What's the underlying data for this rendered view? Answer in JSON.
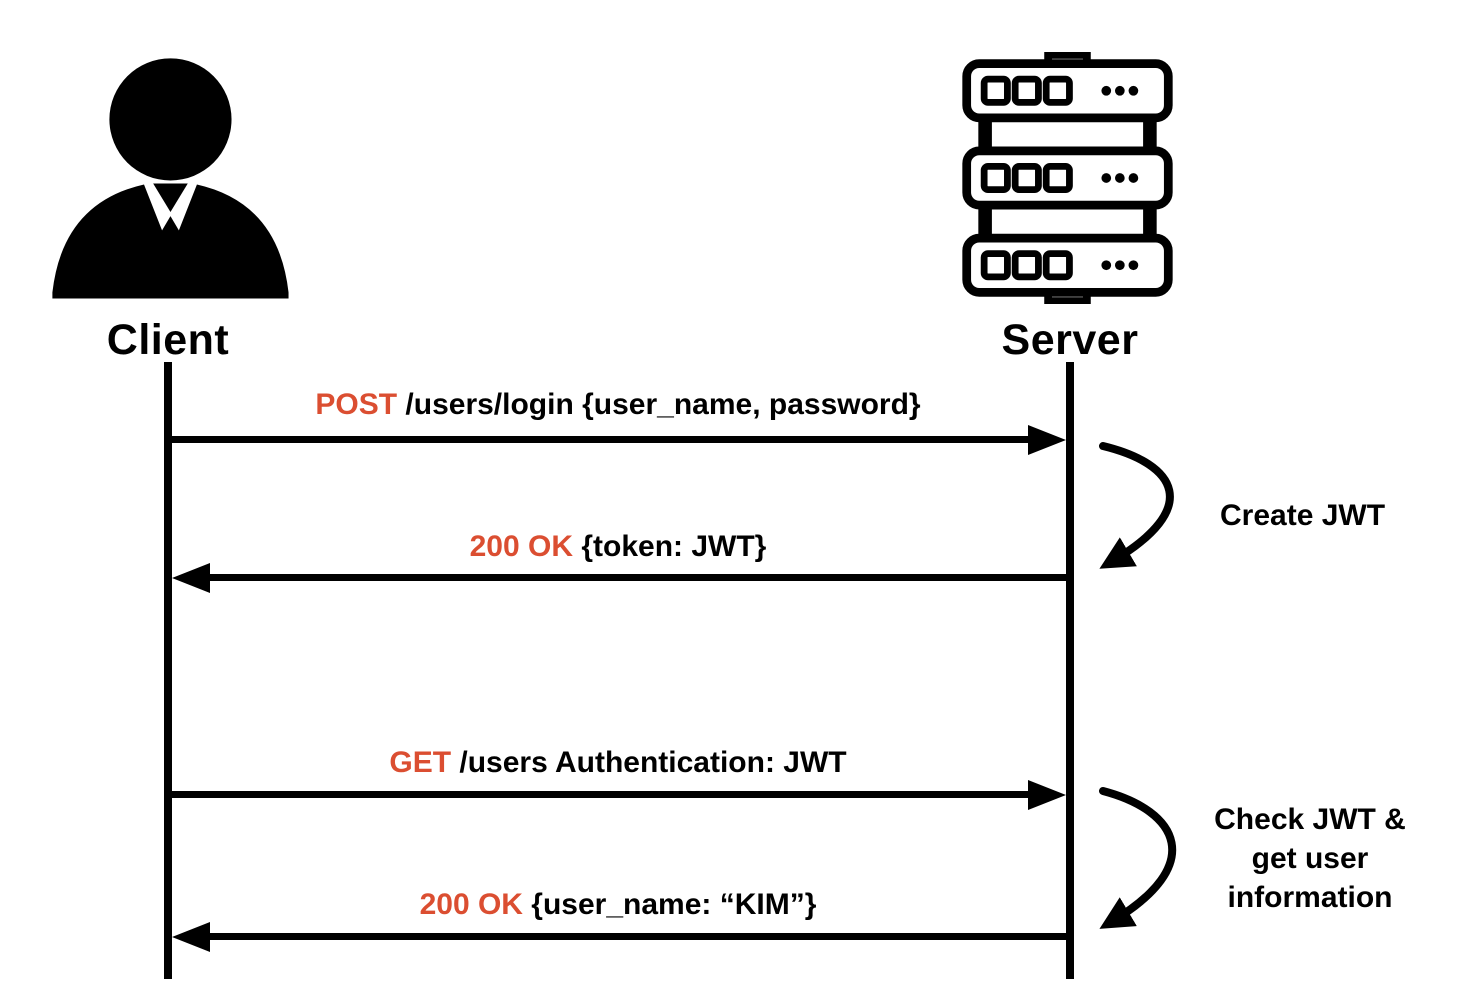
{
  "actors": {
    "client": {
      "label": "Client",
      "icon": "person-icon"
    },
    "server": {
      "label": "Server",
      "icon": "server-stack-icon"
    }
  },
  "messages": [
    {
      "keyword": "POST",
      "text": " /users/login {user_name, password}",
      "from": "client",
      "to": "server"
    },
    {
      "keyword": "200 OK",
      "text": " {token: JWT}",
      "from": "server",
      "to": "client"
    },
    {
      "keyword": "GET",
      "text": " /users Authentication: JWT",
      "from": "client",
      "to": "server"
    },
    {
      "keyword": "200 OK",
      "text": " {user_name: “KIM”}",
      "from": "server",
      "to": "client"
    }
  ],
  "annotations": [
    {
      "lines": [
        "Create JWT"
      ]
    },
    {
      "lines": [
        "Check JWT &",
        "get user",
        "information"
      ]
    }
  ],
  "colors": {
    "keyword": "#DB4E31",
    "line": "#000000",
    "background": "#FFFFFF"
  }
}
